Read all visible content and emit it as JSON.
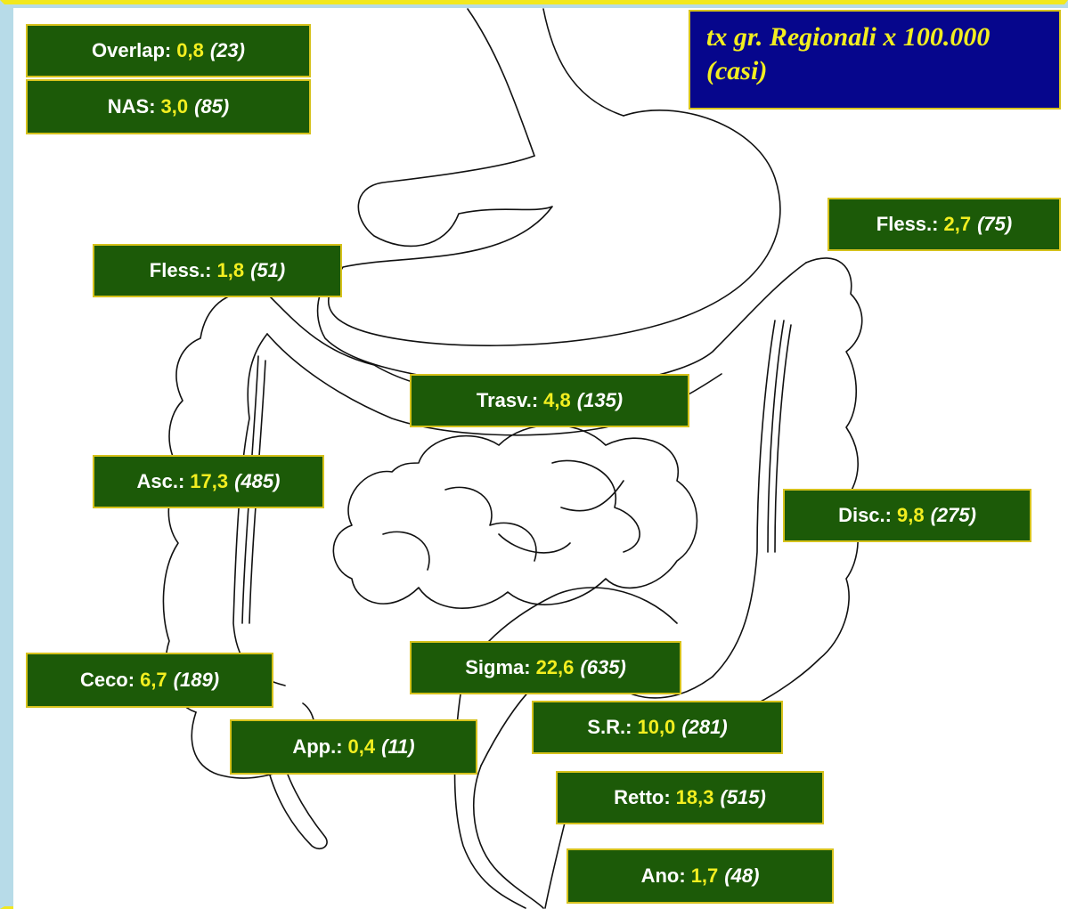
{
  "title": {
    "line1": "tx gr. Regionali x 100.000",
    "line2": "(casi)"
  },
  "labels": {
    "overlap": {
      "name": "Overlap:",
      "rate": "0,8",
      "cases": "(23)"
    },
    "nas": {
      "name": "NAS:",
      "rate": "3,0",
      "cases": "(85)"
    },
    "fless_r": {
      "name": "Fless.:",
      "rate": "1,8",
      "cases": "(51)"
    },
    "fless_l": {
      "name": "Fless.:",
      "rate": "2,7",
      "cases": "(75)"
    },
    "trasv": {
      "name": "Trasv.:",
      "rate": "4,8",
      "cases": "(135)"
    },
    "asc": {
      "name": "Asc.:",
      "rate": "17,3",
      "cases": "(485)"
    },
    "disc": {
      "name": "Disc.:",
      "rate": "9,8",
      "cases": "(275)"
    },
    "ceco": {
      "name": "Ceco:",
      "rate": "6,7",
      "cases": "(189)"
    },
    "sigma": {
      "name": "Sigma:",
      "rate": "22,6",
      "cases": "(635)"
    },
    "app": {
      "name": "App.:",
      "rate": "0,4",
      "cases": "(11)"
    },
    "sr": {
      "name": "S.R.:",
      "rate": "10,0",
      "cases": "(281)"
    },
    "retto": {
      "name": "Retto:",
      "rate": "18,3",
      "cases": "(515)"
    },
    "ano": {
      "name": "Ano:",
      "rate": "1,7",
      "cases": "(48)"
    }
  },
  "colors": {
    "label_bg": "#1c5a08",
    "label_border": "#d6c21c",
    "rate_text": "#f2ee20",
    "title_bg": "#06068c",
    "frame_side": "#b7dbe8",
    "frame_top": "#f2e81e"
  },
  "illustration": {
    "icon": "digestive-tract-outline-icon"
  }
}
